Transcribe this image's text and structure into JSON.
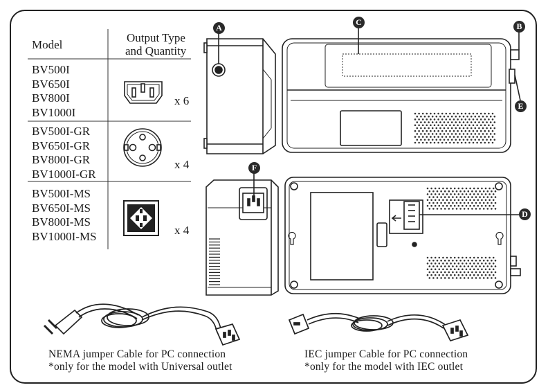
{
  "table": {
    "header_model": "Model",
    "header_output_line1": "Output Type",
    "header_output_line2": "and Quantity",
    "rows": [
      {
        "models": [
          "BV500I",
          "BV650I",
          "BV800I",
          "BV1000I"
        ],
        "outlet_icon": "iec-c13-outlet-icon",
        "quantity": "x 6"
      },
      {
        "models": [
          "BV500I-GR",
          "BV650I-GR",
          "BV800I-GR",
          "BV1000I-GR"
        ],
        "outlet_icon": "schuko-outlet-icon",
        "quantity": "x 4"
      },
      {
        "models": [
          "BV500I-MS",
          "BV650I-MS",
          "BV800I-MS",
          "BV1000I-MS"
        ],
        "outlet_icon": "universal-outlet-icon",
        "quantity": "x 4"
      }
    ]
  },
  "callouts": {
    "a": "A",
    "b": "B",
    "c": "C",
    "d": "D",
    "e": "E",
    "f": "F"
  },
  "cables": {
    "nema_line1": "NEMA jumper Cable for PC connection",
    "nema_line2": "*only for the model with Universal outlet",
    "iec_line1": "IEC jumper Cable for PC connection",
    "iec_line2": "*only for the model with IEC outlet"
  }
}
